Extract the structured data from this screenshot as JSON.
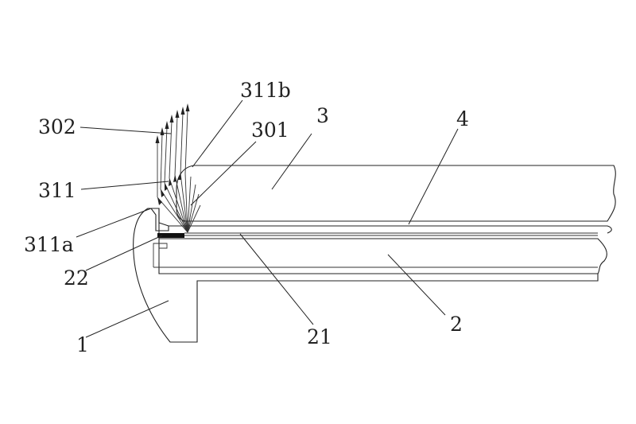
{
  "figure": {
    "labels": {
      "l302": "302",
      "l311b": "311b",
      "l301": "301",
      "l3": "3",
      "l4": "4",
      "l311": "311",
      "l311a": "311a",
      "l22": "22",
      "l1": "1",
      "l21": "21",
      "l2": "2"
    },
    "colors": {
      "line": "#222222",
      "background": "#ffffff"
    }
  }
}
